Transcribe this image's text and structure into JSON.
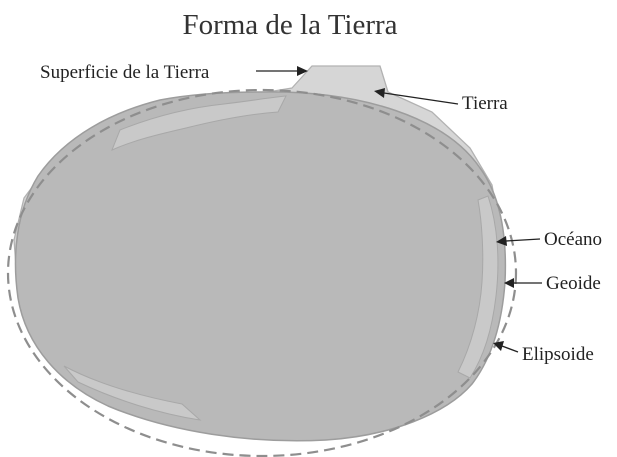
{
  "title": "Forma de la Tierra",
  "labels": {
    "superficie": "Superficie de la Tierra",
    "tierra": "Tierra",
    "oceano": "Océano",
    "geoide": "Geoide",
    "elipsoide": "Elipsoide"
  },
  "colors": {
    "land_fill": "#d6d6d6",
    "land_stroke": "#b2b2b2",
    "geoid_fill": "#b9b9b9",
    "geoid_stroke": "#9d9d9d",
    "ellipsoid_dash": "#8e8e8e",
    "text": "#222222"
  }
}
